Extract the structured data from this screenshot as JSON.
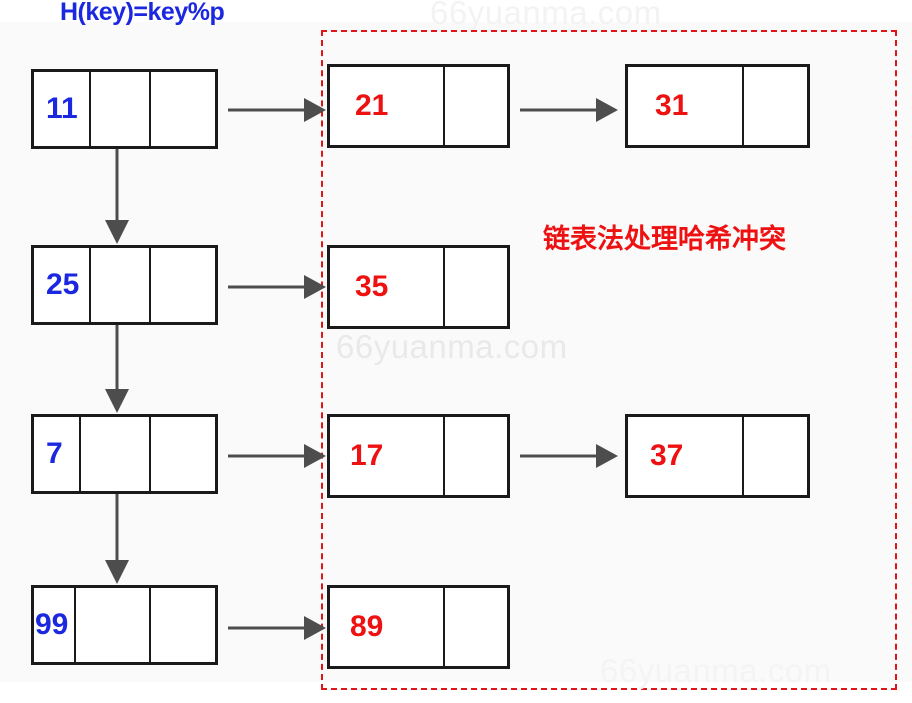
{
  "title": "H(key)=key%p",
  "caption": "链表法处理哈希冲突",
  "watermark": "66yuanma.com",
  "colors": {
    "key_blue": "#1b28e0",
    "key_red": "#ee1111",
    "border_black": "#1a1a1a",
    "dashed_red": "#e11515",
    "arrow_gray": "#4d4d4d"
  },
  "bucket_nodes": [
    {
      "key": "11",
      "cells": 3
    },
    {
      "key": "25",
      "cells": 3
    },
    {
      "key": "7",
      "cells": 3
    },
    {
      "key": "99",
      "cells": 3
    }
  ],
  "chain_nodes": [
    {
      "key": "21",
      "cells": 2
    },
    {
      "key": "31",
      "cells": 2
    },
    {
      "key": "35",
      "cells": 2
    },
    {
      "key": "17",
      "cells": 2
    },
    {
      "key": "37",
      "cells": 2
    },
    {
      "key": "89",
      "cells": 2
    }
  ]
}
